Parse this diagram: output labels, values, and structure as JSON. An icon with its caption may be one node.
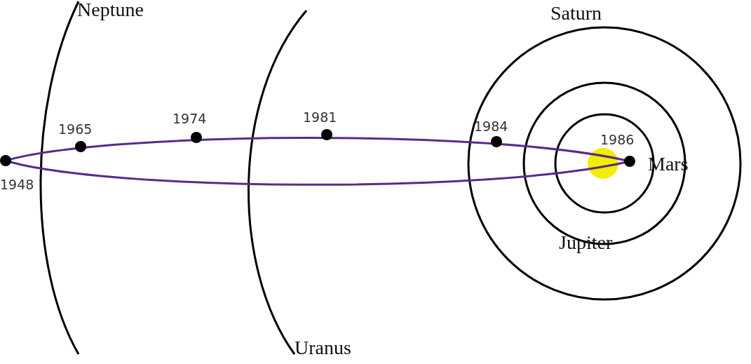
{
  "diagram": {
    "labels": [
      "Neptune",
      "Saturn",
      "1965",
      "1974",
      "1981",
      "1984",
      "1986",
      "Mars",
      "1948",
      "Jupiter",
      "Uranus"
    ]
  }
}
